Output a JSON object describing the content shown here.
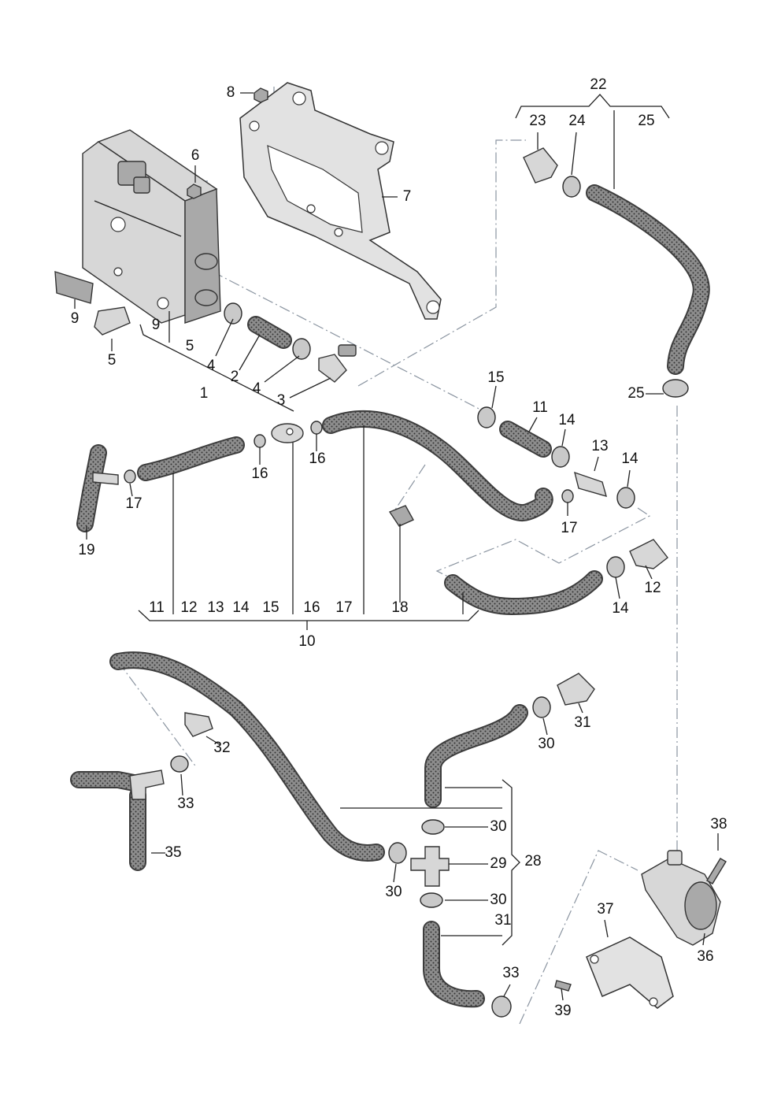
{
  "labels": {
    "p1": "1",
    "p2": "2",
    "p3": "3",
    "p4a": "4",
    "p4b": "4",
    "p5a": "5",
    "p5b": "5",
    "p6": "6",
    "p7": "7",
    "p8": "8",
    "p9a": "9",
    "p9b": "9",
    "p10": "10",
    "p11a": "11",
    "p11b": "11",
    "p12a": "12",
    "p12b": "12",
    "p13a": "13",
    "p13b": "13",
    "p14a": "14",
    "p14b": "14",
    "p14c": "14",
    "p14d": "14",
    "p15a": "15",
    "p15b": "15",
    "p16a": "16",
    "p16b": "16",
    "p16c": "16",
    "p17a": "17",
    "p17b": "17",
    "p17c": "17",
    "p18": "18",
    "p19": "19",
    "p22": "22",
    "p23": "23",
    "p24": "24",
    "p25a": "25",
    "p25b": "25",
    "p28": "28",
    "p29": "29",
    "p30a": "30",
    "p30b": "30",
    "p30c": "30",
    "p30d": "30",
    "p31a": "31",
    "p31b": "31",
    "p32": "32",
    "p33a": "33",
    "p33b": "33",
    "p35": "35",
    "p36": "36",
    "p37": "37",
    "p38": "38",
    "p39": "39"
  },
  "colors": {
    "hose": "#3d3d3d",
    "part": "#d7d7d7",
    "leader": "#222222",
    "dashed_leader": "#8a94a0"
  }
}
